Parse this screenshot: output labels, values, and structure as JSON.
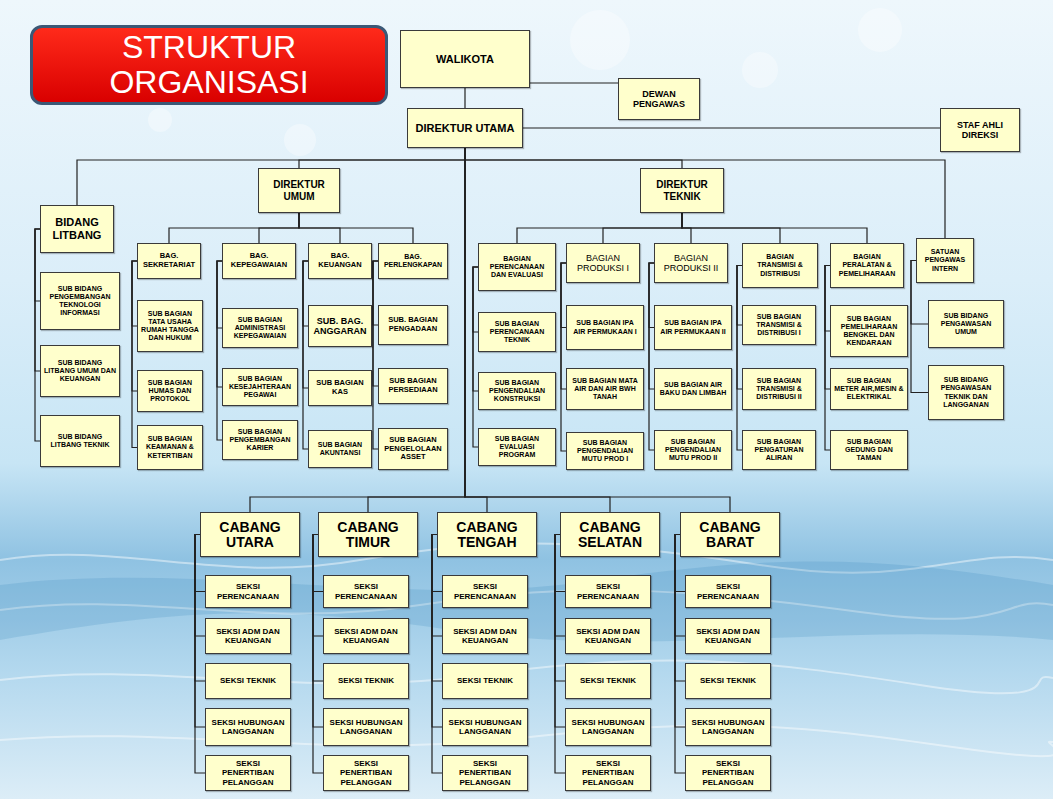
{
  "diagram": {
    "title": "STRUKTUR ORGANISASI",
    "nodes": [
      {
        "text": [
          "WALIKOTA"
        ]
      },
      {
        "text": [
          "DEWAN PENGAWAS"
        ]
      },
      {
        "text": [
          "DIREKTUR UTAMA"
        ]
      },
      {
        "text": [
          "STAF AHLI DIREKSI"
        ]
      },
      {
        "text": [
          "BIDANG LITBANG"
        ]
      },
      {
        "text": [
          "SUB BIDANG PENGEMBANGAN TEKNOLOGI INFORMASI"
        ]
      },
      {
        "text": [
          "SUB BIDANG LITBANG UMUM DAN KEUANGAN"
        ]
      },
      {
        "text": [
          "SUB BIDANG LITBANG TEKNIK"
        ]
      },
      {
        "text": [
          "DIREKTUR UMUM"
        ]
      },
      {
        "text": [
          "BAG. SEKRETARIAT"
        ]
      },
      {
        "text": [
          "SUB BAGIAN TATA USAHA RUMAH TANGGA DAN HUKUM"
        ]
      },
      {
        "text": [
          "SUB BAGIAN HUMAS DAN PROTOKOL"
        ]
      },
      {
        "text": [
          "SUB BAGIAN KEAMANAN & KETERTIBAN"
        ]
      },
      {
        "text": [
          "BAG. KEPEGAWAIAN"
        ]
      },
      {
        "text": [
          "SUB BAGIAN ADMINISTRASI KEPEGAWAIAN"
        ]
      },
      {
        "text": [
          "SUB BAGIAN KESEJAHTERAAN PEGAWAI"
        ]
      },
      {
        "text": [
          "SUB BAGIAN PENGEMBANGAN KARIER"
        ]
      },
      {
        "text": [
          "BAG. KEUANGAN"
        ]
      },
      {
        "text": [
          "SUB. BAG. ANGGARAN"
        ]
      },
      {
        "text": [
          "SUB BAGIAN KAS"
        ]
      },
      {
        "text": [
          "SUB BAGIAN AKUNTANSI"
        ]
      },
      {
        "text": [
          "BAG. PERLENGKAPAN"
        ]
      },
      {
        "text": [
          "SUB. BAGIAN PENGADAAN"
        ]
      },
      {
        "text": [
          "SUB BAGIAN PERSEDIAAN"
        ]
      },
      {
        "text": [
          "SUB BAGIAN PENGELOLAAN ASSET"
        ]
      },
      {
        "text": [
          "DIREKTUR TEKNIK"
        ]
      },
      {
        "text": [
          "BAGIAN PERENCANAAN DAN EVALUASI"
        ]
      },
      {
        "text": [
          "SUB BAGIAN PERENCANAAN TEKNIK"
        ]
      },
      {
        "text": [
          "SUB BAGIAN PENGENDALIAN KONSTRUKSI"
        ]
      },
      {
        "text": [
          "SUB BAGIAN EVALUASI PROGRAM"
        ]
      },
      {
        "text": [
          "BAGIAN PRODUKSI I"
        ]
      },
      {
        "text": [
          "SUB BAGIAN IPA AIR PERMUKAAN I"
        ]
      },
      {
        "text": [
          "SUB BAGIAN MATA AIR DAN AIR BWH TANAH"
        ]
      },
      {
        "text": [
          "SUB BAGIAN PENGENDALIAN MUTU PROD I"
        ]
      },
      {
        "text": [
          "BAGIAN PRODUKSI II"
        ]
      },
      {
        "text": [
          "SUB BAGIAN IPA AIR PERMUKAAN II"
        ]
      },
      {
        "text": [
          "SUB BAGIAN AIR BAKU DAN LIMBAH"
        ]
      },
      {
        "text": [
          "SUB BAGIAN PENGENDALIAN MUTU PROD II"
        ]
      },
      {
        "text": [
          "BAGIAN TRANSMISI & DISTRIBUSI"
        ]
      },
      {
        "text": [
          "SUB BAGIAN TRANSMISI & DISTRIBUSI I"
        ]
      },
      {
        "text": [
          "SUB BAGIAN TRANSMISI & DISTRIBUSI II"
        ]
      },
      {
        "text": [
          "SUB BAGIAN PENGATURAN ALIRAN"
        ]
      },
      {
        "text": [
          "BAGIAN PERALATAN & PEMELIHARAAN"
        ]
      },
      {
        "text": [
          "SUB BAGIAN PEMELIHARAAN BENGKEL DAN KENDARAAN"
        ]
      },
      {
        "text": [
          "SUB BAGIAN METER AIR,MESIN & ELEKTRIKAL"
        ]
      },
      {
        "text": [
          "SUB BAGIAN GEDUNG DAN TAMAN"
        ]
      },
      {
        "text": [
          "SATUAN PENGAWAS INTERN"
        ]
      },
      {
        "text": [
          "SUB BIDANG PENGAWASAN UMUM"
        ]
      },
      {
        "text": [
          "SUB BIDANG PENGAWASAN TEKNIK DAN LANGGANAN"
        ]
      },
      {
        "text": [
          "CABANG UTARA"
        ]
      },
      {
        "text": [
          "SEKSI PERENCANAAN"
        ]
      },
      {
        "text": [
          "SEKSI ADM DAN KEUANGAN"
        ]
      },
      {
        "text": [
          "SEKSI TEKNIK"
        ]
      },
      {
        "text": [
          "SEKSI HUBUNGAN LANGGANAN"
        ]
      },
      {
        "text": [
          "SEKSI PENERTIBAN PELANGGAN"
        ]
      },
      {
        "text": [
          "CABANG TIMUR"
        ]
      },
      {
        "text": [
          "SEKSI PERENCANAAN"
        ]
      },
      {
        "text": [
          "SEKSI ADM DAN KEUANGAN"
        ]
      },
      {
        "text": [
          "SEKSI TEKNIK"
        ]
      },
      {
        "text": [
          "SEKSI HUBUNGAN LANGGANAN"
        ]
      },
      {
        "text": [
          "SEKSI PENERTIBAN PELANGGAN"
        ]
      },
      {
        "text": [
          "CABANG TENGAH"
        ]
      },
      {
        "text": [
          "SEKSI PERENCANAAN"
        ]
      },
      {
        "text": [
          "SEKSI ADM DAN KEUANGAN"
        ]
      },
      {
        "text": [
          "SEKSI TEKNIK"
        ]
      },
      {
        "text": [
          "SEKSI HUBUNGAN LANGGANAN"
        ]
      },
      {
        "text": [
          "SEKSI PENERTIBAN PELANGGAN"
        ]
      },
      {
        "text": [
          "CABANG SELATAN"
        ]
      },
      {
        "text": [
          "SEKSI PERENCANAAN"
        ]
      },
      {
        "text": [
          "SEKSI ADM DAN KEUANGAN"
        ]
      },
      {
        "text": [
          "SEKSI TEKNIK"
        ]
      },
      {
        "text": [
          "SEKSI HUBUNGAN LANGGANAN"
        ]
      },
      {
        "text": [
          "SEKSI PENERTIBAN PELANGGAN"
        ]
      },
      {
        "text": [
          "CABANG BARAT"
        ]
      },
      {
        "text": [
          "SEKSI PERENCANAAN"
        ]
      },
      {
        "text": [
          "SEKSI ADM DAN KEUANGAN"
        ]
      },
      {
        "text": [
          "SEKSI TEKNIK"
        ]
      },
      {
        "text": [
          "SEKSI HUBUNGAN LANGGANAN"
        ]
      },
      {
        "text": [
          "SEKSI PENERTIBAN PELANGGAN"
        ]
      }
    ],
    "edges": [
      {
        "from": 0,
        "to": 2,
        "arrow": "none"
      },
      {
        "from": 0,
        "to": 1,
        "arrow": "none"
      },
      {
        "from": 2,
        "to": 3,
        "arrow": "none"
      },
      {
        "from": 2,
        "to": 4,
        "arrow": "none"
      },
      {
        "from": 2,
        "to": 8,
        "arrow": "none"
      },
      {
        "from": 2,
        "to": 25,
        "arrow": "none"
      },
      {
        "from": 2,
        "to": 46,
        "arrow": "none"
      },
      {
        "from": 4,
        "to": 5,
        "arrow": "none"
      },
      {
        "from": 4,
        "to": 6,
        "arrow": "none"
      },
      {
        "from": 4,
        "to": 7,
        "arrow": "none"
      },
      {
        "from": 8,
        "to": 9,
        "arrow": "none"
      },
      {
        "from": 8,
        "to": 13,
        "arrow": "none"
      },
      {
        "from": 8,
        "to": 17,
        "arrow": "none"
      },
      {
        "from": 8,
        "to": 21,
        "arrow": "none"
      },
      {
        "from": 9,
        "to": 10,
        "arrow": "none"
      },
      {
        "from": 9,
        "to": 11,
        "arrow": "none"
      },
      {
        "from": 9,
        "to": 12,
        "arrow": "none"
      },
      {
        "from": 13,
        "to": 14,
        "arrow": "none"
      },
      {
        "from": 13,
        "to": 15,
        "arrow": "none"
      },
      {
        "from": 13,
        "to": 16,
        "arrow": "none"
      },
      {
        "from": 17,
        "to": 18,
        "arrow": "none"
      },
      {
        "from": 17,
        "to": 19,
        "arrow": "none"
      },
      {
        "from": 17,
        "to": 20,
        "arrow": "none"
      },
      {
        "from": 21,
        "to": 22,
        "arrow": "none"
      },
      {
        "from": 21,
        "to": 23,
        "arrow": "none"
      },
      {
        "from": 21,
        "to": 24,
        "arrow": "none"
      },
      {
        "from": 25,
        "to": 26,
        "arrow": "none"
      },
      {
        "from": 25,
        "to": 30,
        "arrow": "none"
      },
      {
        "from": 25,
        "to": 34,
        "arrow": "none"
      },
      {
        "from": 25,
        "to": 38,
        "arrow": "none"
      },
      {
        "from": 25,
        "to": 42,
        "arrow": "none"
      },
      {
        "from": 26,
        "to": 27,
        "arrow": "none"
      },
      {
        "from": 26,
        "to": 28,
        "arrow": "none"
      },
      {
        "from": 26,
        "to": 29,
        "arrow": "none"
      },
      {
        "from": 30,
        "to": 31,
        "arrow": "none"
      },
      {
        "from": 30,
        "to": 32,
        "arrow": "none"
      },
      {
        "from": 30,
        "to": 33,
        "arrow": "none"
      },
      {
        "from": 34,
        "to": 35,
        "arrow": "none"
      },
      {
        "from": 34,
        "to": 36,
        "arrow": "none"
      },
      {
        "from": 34,
        "to": 37,
        "arrow": "none"
      },
      {
        "from": 38,
        "to": 39,
        "arrow": "none"
      },
      {
        "from": 38,
        "to": 40,
        "arrow": "none"
      },
      {
        "from": 38,
        "to": 41,
        "arrow": "none"
      },
      {
        "from": 42,
        "to": 43,
        "arrow": "none"
      },
      {
        "from": 42,
        "to": 44,
        "arrow": "none"
      },
      {
        "from": 42,
        "to": 45,
        "arrow": "none"
      },
      {
        "from": 46,
        "to": 47,
        "arrow": "none"
      },
      {
        "from": 46,
        "to": 48,
        "arrow": "none"
      },
      {
        "from": 2,
        "to": 49,
        "arrow": "none"
      },
      {
        "from": 2,
        "to": 55,
        "arrow": "none"
      },
      {
        "from": 2,
        "to": 61,
        "arrow": "none"
      },
      {
        "from": 2,
        "to": 67,
        "arrow": "none"
      },
      {
        "from": 2,
        "to": 73,
        "arrow": "none"
      },
      {
        "from": 49,
        "to": 50,
        "arrow": "none"
      },
      {
        "from": 49,
        "to": 51,
        "arrow": "none"
      },
      {
        "from": 49,
        "to": 52,
        "arrow": "none"
      },
      {
        "from": 49,
        "to": 53,
        "arrow": "none"
      },
      {
        "from": 49,
        "to": 54,
        "arrow": "none"
      },
      {
        "from": 55,
        "to": 56,
        "arrow": "none"
      },
      {
        "from": 55,
        "to": 57,
        "arrow": "none"
      },
      {
        "from": 55,
        "to": 58,
        "arrow": "none"
      },
      {
        "from": 55,
        "to": 59,
        "arrow": "none"
      },
      {
        "from": 55,
        "to": 60,
        "arrow": "none"
      },
      {
        "from": 61,
        "to": 62,
        "arrow": "none"
      },
      {
        "from": 61,
        "to": 63,
        "arrow": "none"
      },
      {
        "from": 61,
        "to": 64,
        "arrow": "none"
      },
      {
        "from": 61,
        "to": 65,
        "arrow": "none"
      },
      {
        "from": 61,
        "to": 66,
        "arrow": "none"
      },
      {
        "from": 67,
        "to": 68,
        "arrow": "none"
      },
      {
        "from": 67,
        "to": 69,
        "arrow": "none"
      },
      {
        "from": 67,
        "to": 70,
        "arrow": "none"
      },
      {
        "from": 67,
        "to": 71,
        "arrow": "none"
      },
      {
        "from": 67,
        "to": 72,
        "arrow": "none"
      },
      {
        "from": 73,
        "to": 74,
        "arrow": "none"
      },
      {
        "from": 73,
        "to": 75,
        "arrow": "none"
      },
      {
        "from": 73,
        "to": 76,
        "arrow": "none"
      },
      {
        "from": 73,
        "to": 77,
        "arrow": "none"
      },
      {
        "from": 73,
        "to": 78,
        "arrow": "none"
      }
    ]
  }
}
